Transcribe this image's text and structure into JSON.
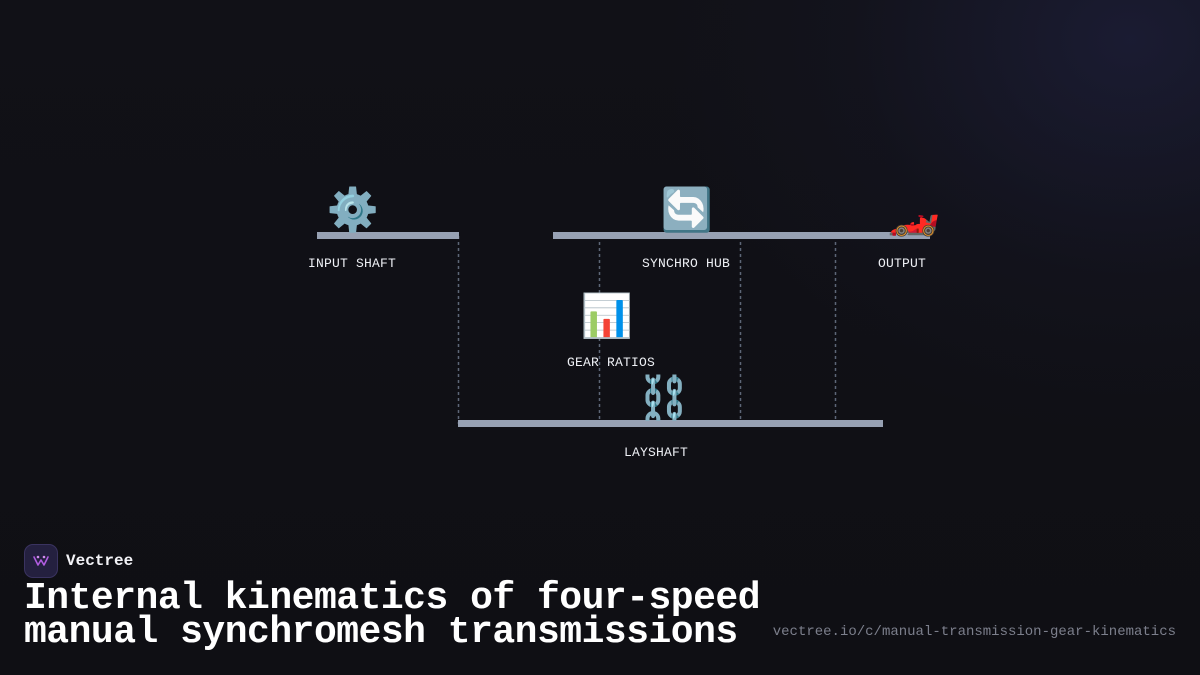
{
  "diagram": {
    "nodes": [
      {
        "id": "input",
        "label": "INPUT SHAFT",
        "icon": "gear-icon",
        "glyph": "⚙️"
      },
      {
        "id": "synchro",
        "label": "SYNCHRO HUB",
        "icon": "cycle-arrows-icon",
        "glyph": "🔄"
      },
      {
        "id": "output",
        "label": "OUTPUT",
        "icon": "race-car-icon",
        "glyph": "🏎️"
      },
      {
        "id": "ratios",
        "label": "GEAR RATIOS",
        "icon": "bar-chart-icon",
        "glyph": "📊"
      },
      {
        "id": "layshaft",
        "label": "LAYSHAFT",
        "icon": "chain-icon",
        "glyph": "⛓️"
      }
    ],
    "colors": {
      "shaft": "#97a1b3",
      "connector": "#5d6677",
      "background": "#0f0f14"
    }
  },
  "brand": {
    "name": "Vectree",
    "logo_icon": "vectree-logo-icon",
    "logo_color": "#b05ce0"
  },
  "footer": {
    "title": "Internal kinematics of four-speed manual synchromesh transmissions",
    "url": "vectree.io/c/manual-transmission-gear-kinematics"
  }
}
